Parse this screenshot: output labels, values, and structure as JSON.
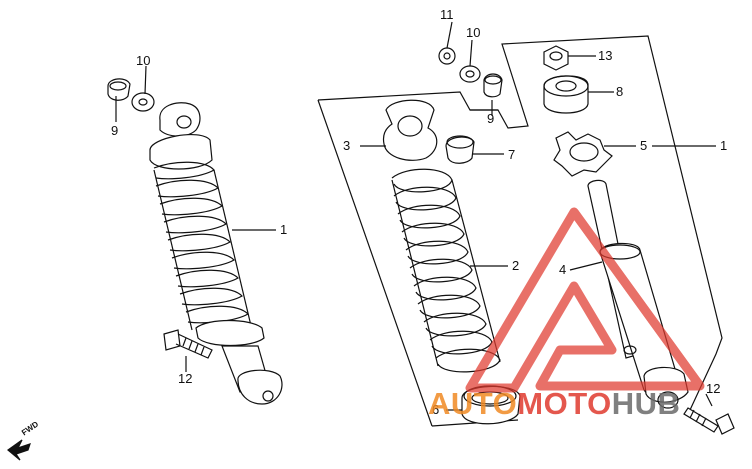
{
  "callouts": {
    "left_shock_1": "1",
    "left_washer_10": "10",
    "left_cap_9": "9",
    "left_bolt_12": "12",
    "stopper_3": "3",
    "spring_2": "2",
    "collar_7": "7",
    "upper_washer_11": "11",
    "upper_washer_10": "10",
    "upper_cap_9": "9",
    "seat_6": "6",
    "nut_13": "13",
    "bush_8": "8",
    "adjuster_5": "5",
    "damper_4": "4",
    "assembly_1": "1",
    "right_bolt_12": "12"
  },
  "fwd_label": "FWD",
  "watermark": {
    "part1": "AUTO",
    "part2": "MOTO",
    "part3": "HUB",
    "color_red": "#e03a2f",
    "color_orange": "#f08a24",
    "color_gray": "#6b6b6b"
  },
  "colors": {
    "line": "#111111",
    "paper": "#ffffff"
  }
}
